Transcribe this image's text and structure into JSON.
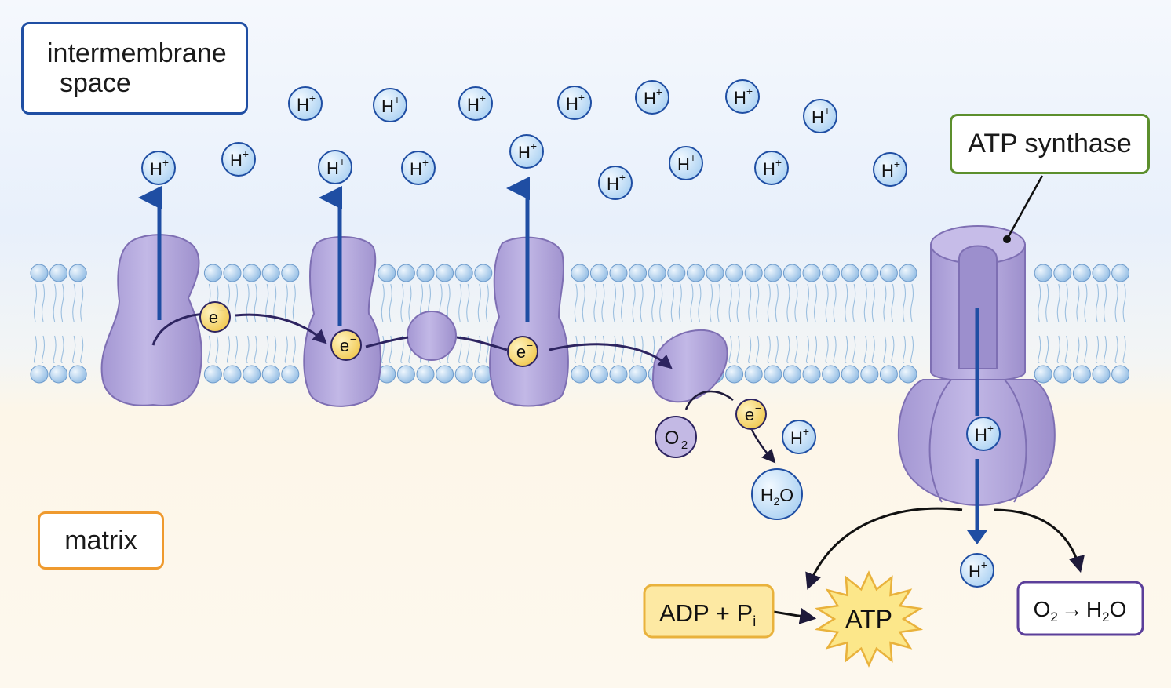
{
  "labels": {
    "intermembrane": [
      "intermembrane",
      "space"
    ],
    "matrix": "matrix",
    "atp_synthase": "ATP synthase"
  },
  "ions": {
    "proton": "H",
    "proton_charge": "+",
    "electron": "e",
    "electron_charge": "−",
    "oxygen": "O",
    "oxygen_sub": "2",
    "water_h": "H",
    "water_sub": "2",
    "water_o": "O"
  },
  "products": {
    "adp_text": "ADP + P",
    "adp_sub": "i",
    "atp": "ATP",
    "o2_h2o_o": "O",
    "o2_h2o_sub1": "2",
    "o2_h2o_arrow": "→",
    "o2_h2o_h": "H",
    "o2_h2o_sub2": "2",
    "o2_h2o_o2": "O"
  },
  "colors": {
    "intermembrane_bg": "#e7effa",
    "matrix_bg": "#fdf6e8",
    "protein_fill": "#b3a7da",
    "protein_stroke": "#7e6fb3",
    "phospholipid_head": "#a9cdec",
    "proton_fill": "#d3e8fa",
    "electron_fill": "#f6d66b",
    "proton_arrow": "#1f4ea3",
    "label_intermembrane": "#1f4ea3",
    "label_matrix": "#ef9a2e",
    "label_atp_synthase": "#5c8f2d",
    "label_adp": "#e9b23c",
    "label_o2_h2o": "#5b3f9a",
    "atp_star": "#fce78a"
  }
}
